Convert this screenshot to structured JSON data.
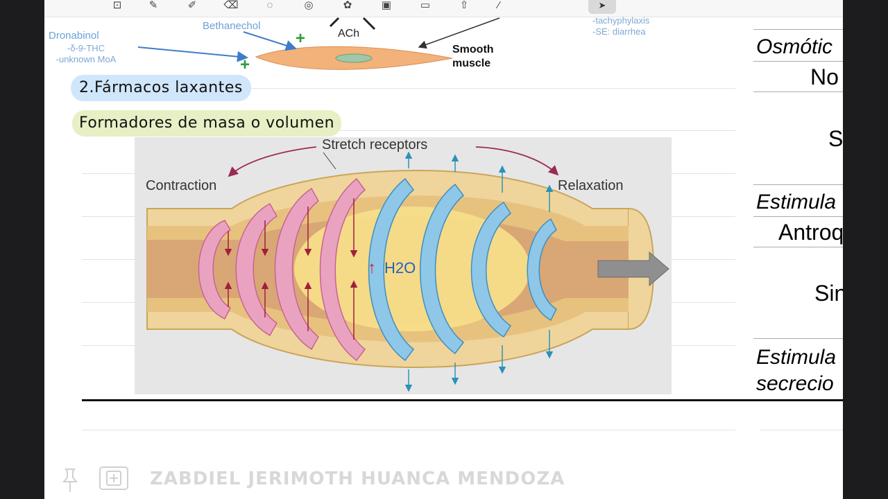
{
  "toolbar": {
    "tools": [
      "image-search-icon",
      "pen-icon",
      "highlighter-icon",
      "eraser-icon",
      "lasso-icon",
      "shapes-icon",
      "sticker-icon",
      "image-icon",
      "text-box-icon",
      "share-icon",
      "laser-pointer-icon"
    ],
    "active_tool_icon": "pointer-icon"
  },
  "annotations": {
    "dronabinol": {
      "title": "Dronabinol",
      "line1": "-δ-9-THC",
      "line2": "-unknown MoA"
    },
    "bethanechol": "Bethanechol",
    "ach": "ACh",
    "smooth_muscle": {
      "line1": "Smooth",
      "line2": "muscle"
    },
    "side_note": {
      "line1": "-tachyphylaxis",
      "line2": "-SE: diarrhea"
    },
    "plus_sign": "+"
  },
  "headings": {
    "section": "2.Fármacos laxantes",
    "subsection": "Formadores de masa o volumen"
  },
  "figure": {
    "stretch_receptors": "Stretch receptors",
    "contraction": "Contraction",
    "relaxation": "Relaxation",
    "water": "H2O",
    "up_arrow": "↑"
  },
  "table": {
    "rows": [
      {
        "text": "Osmótic",
        "style": "italic"
      },
      {
        "text": "No",
        "style": "normal"
      },
      {
        "text": "S",
        "style": "normal"
      },
      {
        "text": "Estimula",
        "style": "italic"
      },
      {
        "text": "Antroq",
        "style": "normal"
      },
      {
        "text": "Sin",
        "style": "normal"
      },
      {
        "text": "Estimula",
        "style": "italic"
      },
      {
        "text": "secrecio",
        "style": "italic"
      }
    ]
  },
  "footer": {
    "watermark": "ZABDIEL JERIMOTH HUANCA MENDOZA",
    "pin_icon": "pin-icon",
    "add_page_icon": "add-page-icon"
  },
  "colors": {
    "contraction_ring": "#e9a3c1",
    "relaxation_ring": "#8fc7e8",
    "lumen": "#f5dc87",
    "wall": "#efd59b",
    "pill_blue": "#cfe6fb",
    "pill_green": "#e7efc5",
    "annotation_blue": "#6aa1d6"
  }
}
